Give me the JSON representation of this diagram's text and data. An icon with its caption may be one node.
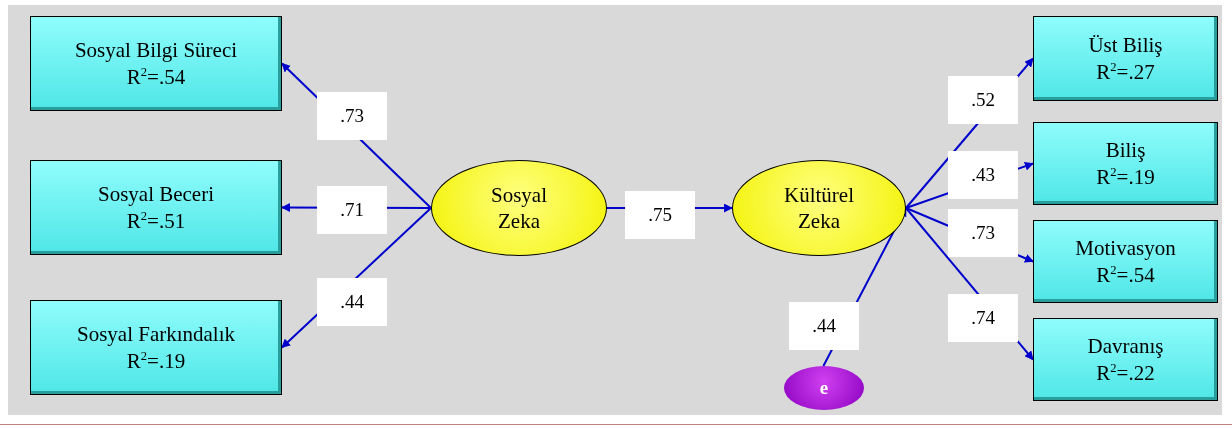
{
  "diagram": {
    "nodes": [
      {
        "text": [
          "Sosyal Bilgi Süreci",
          "R$^{2}$=.54"
        ]
      },
      {
        "text": [
          "Sosyal Beceri",
          "R$^{2}$=.51"
        ]
      },
      {
        "text": [
          "Sosyal Farkındalık",
          "R$^{2}$=.19"
        ]
      },
      {
        "text": [
          "Sosyal Zeka"
        ]
      },
      {
        "text": [
          "Kültürel Zeka"
        ]
      },
      {
        "text": [
          "Üst Biliş",
          "R$^{2}$=.27"
        ]
      },
      {
        "text": [
          "Biliş",
          "R$^{2}$=.19"
        ]
      },
      {
        "text": [
          "Motivasyon",
          "R$^{2}$=.54"
        ]
      },
      {
        "text": [
          "Davranış",
          "R$^{2}$=.22"
        ]
      },
      {
        "text": [
          "e"
        ]
      }
    ],
    "edges": [
      {
        "from": 3,
        "to": 0,
        "arrow": "to",
        "label": ".73"
      },
      {
        "from": 3,
        "to": 1,
        "arrow": "to",
        "label": ".71"
      },
      {
        "from": 3,
        "to": 2,
        "arrow": "to",
        "label": ".44"
      },
      {
        "from": 3,
        "to": 4,
        "arrow": "to",
        "label": ".75"
      },
      {
        "from": 4,
        "to": 5,
        "arrow": "to",
        "label": ".52"
      },
      {
        "from": 4,
        "to": 6,
        "arrow": "to",
        "label": ".43"
      },
      {
        "from": 4,
        "to": 7,
        "arrow": "to",
        "label": ".73"
      },
      {
        "from": 4,
        "to": 8,
        "arrow": "to",
        "label": ".74"
      },
      {
        "from": 9,
        "to": 4,
        "arrow": "to",
        "label": ".44"
      }
    ]
  }
}
